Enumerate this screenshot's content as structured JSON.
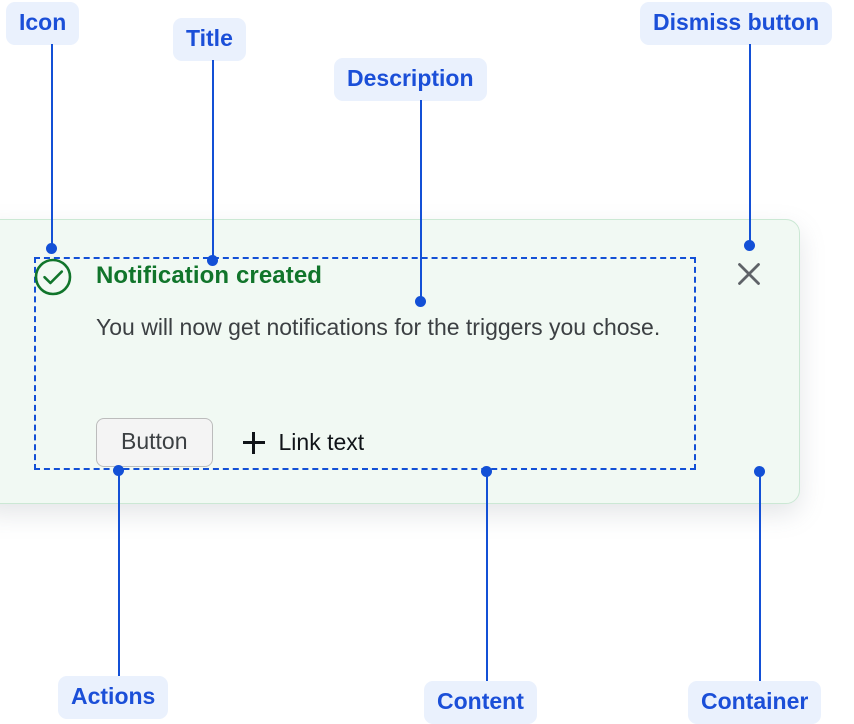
{
  "notification": {
    "icon": "success-check-circle-icon",
    "title": "Notification created",
    "description": "You will now get notifications for the triggers you chose.",
    "actions": {
      "button_label": "Button",
      "link_label": "Link text",
      "link_icon": "plus-icon"
    },
    "dismiss": {
      "icon": "close-x-icon",
      "label": ""
    },
    "colors": {
      "container_background": "#f1f9f3",
      "container_border": "#cbe8d4",
      "title_text": "#11752b",
      "body_text": "#3c4043",
      "icon_green": "#11752b",
      "annotation_blue": "#1350d6",
      "annotation_chip_background": "#eaf1fd",
      "annotation_chip_text": "#1b4fd8",
      "button_background": "#f4f4f4",
      "button_border": "#bcbcbc"
    }
  },
  "annotations": [
    {
      "id": "icon",
      "label": "Icon"
    },
    {
      "id": "title",
      "label": "Title"
    },
    {
      "id": "description",
      "label": "Description"
    },
    {
      "id": "dismiss-button",
      "label": "Dismiss button"
    },
    {
      "id": "actions",
      "label": "Actions"
    },
    {
      "id": "content",
      "label": "Content"
    },
    {
      "id": "container",
      "label": "Container"
    }
  ]
}
